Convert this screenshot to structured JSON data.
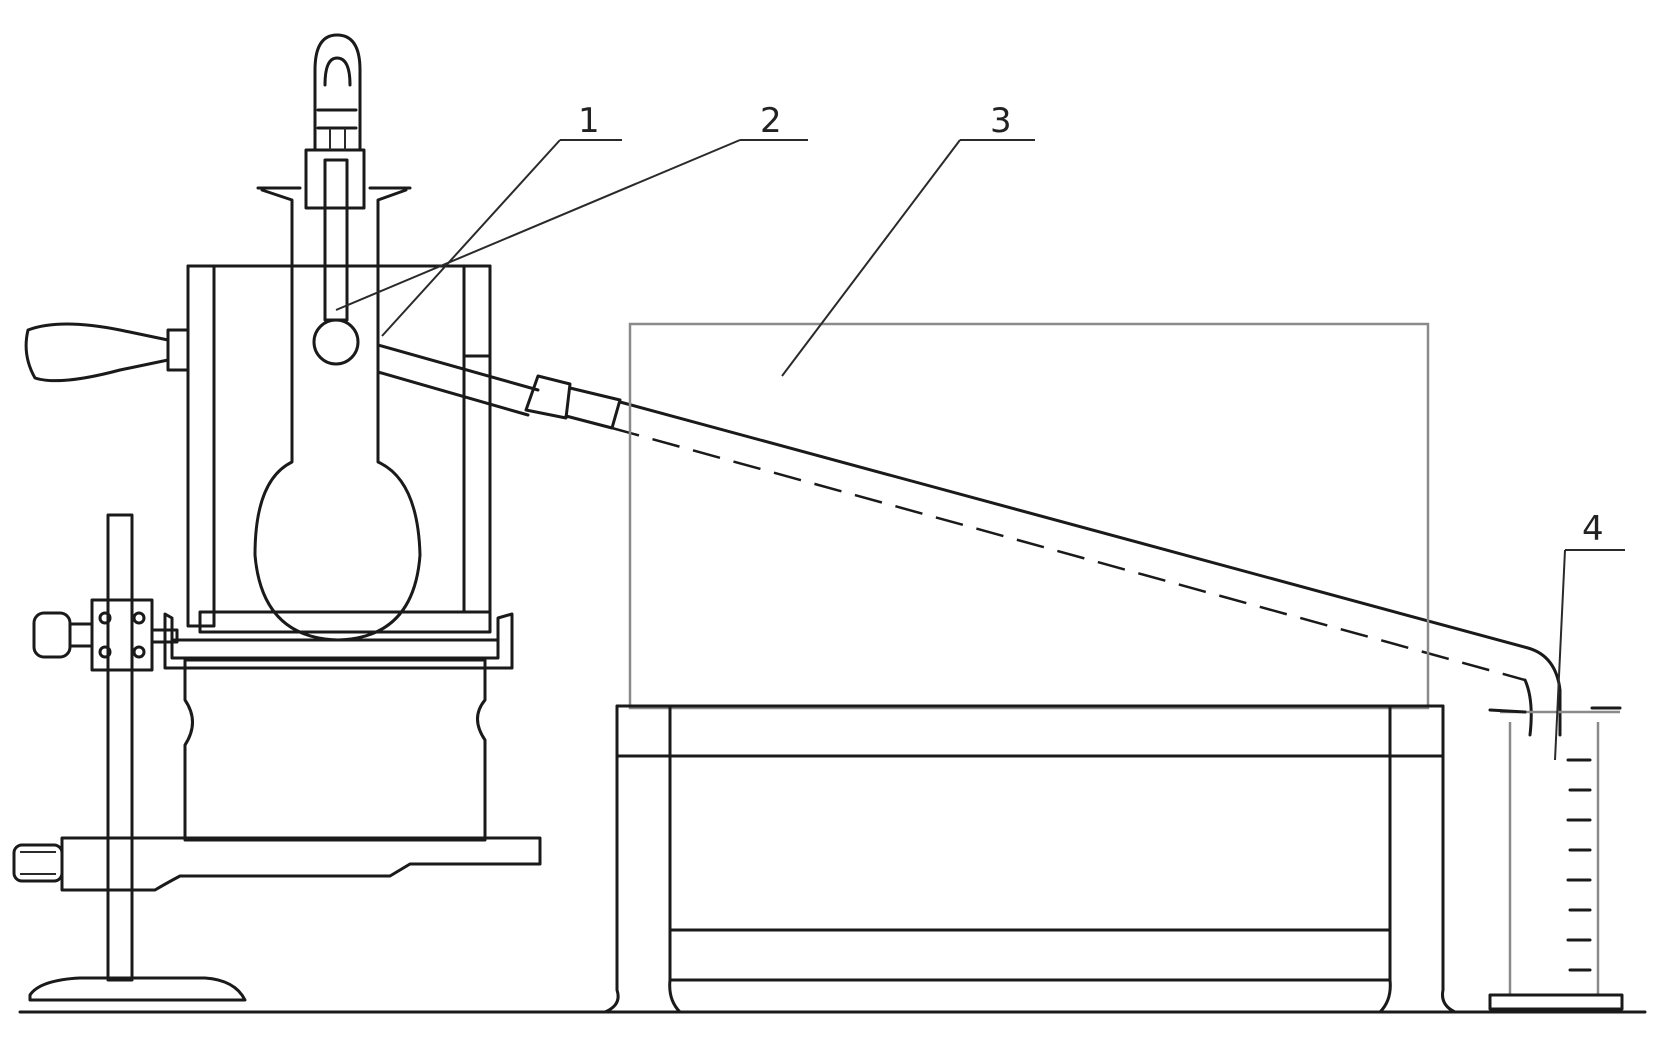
{
  "callouts": [
    {
      "id": "1",
      "label": "1"
    },
    {
      "id": "2",
      "label": "2"
    },
    {
      "id": "3",
      "label": "3"
    },
    {
      "id": "4",
      "label": "4"
    }
  ],
  "colors": {
    "ink": "#1a1a1a",
    "faint": "#8a8a8a",
    "background": "#ffffff"
  }
}
